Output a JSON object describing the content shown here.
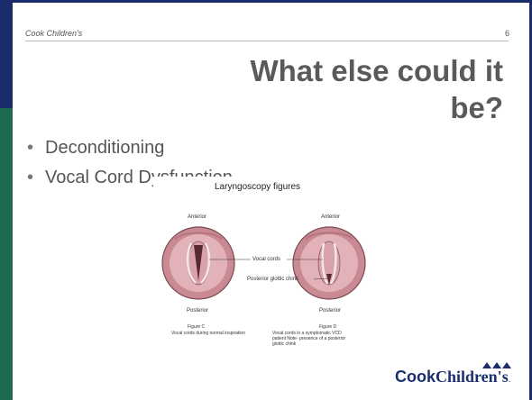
{
  "slide": {
    "header_label": "Cook Children's",
    "page_number": "6",
    "title": "What else could it be?",
    "bullets": [
      "Deconditioning",
      "Vocal Cord Dysfunction"
    ]
  },
  "figure": {
    "title": "Laryngoscopy figures",
    "labels": {
      "anterior_left": "Anterior",
      "anterior_right": "Anterior",
      "vocal_cords": "Vocal cords",
      "posterior_chink": "Posterior glottic chink",
      "posterior_left": "Posterior",
      "posterior_right": "Posterior"
    },
    "figure_c": {
      "label": "Figure C",
      "caption": "Vocal cords during normal inspiration"
    },
    "figure_d": {
      "label": "Figure D",
      "caption_lines": [
        "Vocal cords in a symptomatic VCD",
        "patient Note- presence of a posterior",
        "glottic chink"
      ]
    }
  },
  "logo": {
    "part1": "Cook",
    "part2": "Children's",
    "period": "."
  },
  "colors": {
    "navy": "#1a2c6b",
    "green": "#1d6b52",
    "logo": "#1b2f6e",
    "title": "#5a5a5a"
  }
}
